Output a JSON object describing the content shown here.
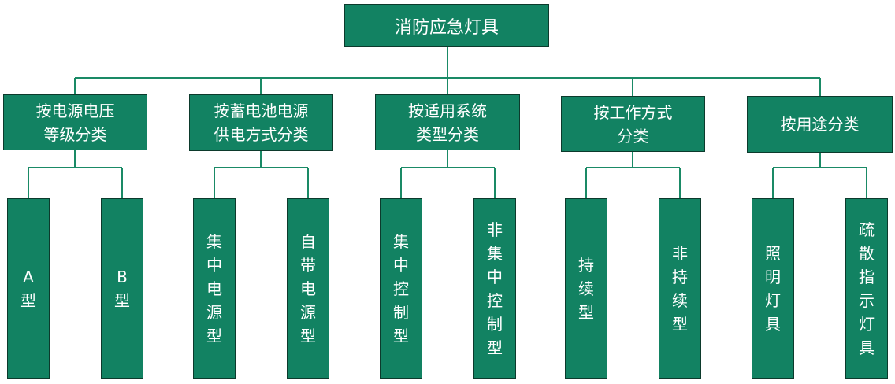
{
  "root": {
    "label": "消防应急灯具"
  },
  "categories": [
    {
      "label": "按电源电压\n等级分类",
      "children": [
        "A\n型",
        "B\n型"
      ]
    },
    {
      "label": "按蓄电池电源\n供电方式分类",
      "children": [
        "集\n中\n电\n源\n型",
        "自\n带\n电\n源\n型"
      ]
    },
    {
      "label": "按适用系统\n类型分类",
      "children": [
        "集\n中\n控\n制\n型",
        "非\n集\n中\n控\n制\n型"
      ]
    },
    {
      "label": "按工作方式\n分类",
      "children": [
        "持\n续\n型",
        "非\n持\n续\n型"
      ]
    },
    {
      "label": "按用途分类",
      "children": [
        "照\n明\n灯\n具",
        "疏\n散\n指\n示\n灯\n具"
      ]
    }
  ],
  "colors": {
    "box_fill": "#128262",
    "box_border": "#0c3a2c",
    "line": "#1a8a66",
    "text": "#ffffff"
  }
}
